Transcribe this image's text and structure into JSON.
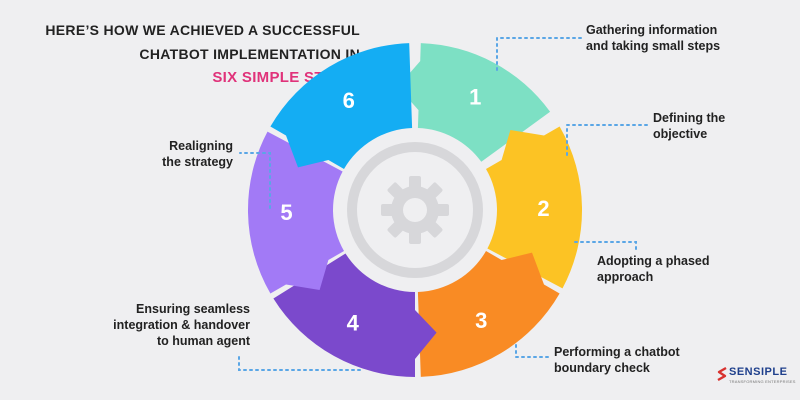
{
  "headline": {
    "line1": "HERE’S HOW WE ACHIEVED A SUCCESSFUL",
    "line2": "CHATBOT IMPLEMENTATION IN",
    "line3": "SIX SIMPLE STEPS:"
  },
  "steps": [
    {
      "number": "1",
      "label": "Gathering information\nand taking small steps",
      "color": "#7de0c4"
    },
    {
      "number": "2",
      "label": "Defining the\nobjective",
      "color": "#fcc324"
    },
    {
      "number": "3",
      "label": "Adopting a phased\napproach",
      "color": "#f98b24"
    },
    {
      "number": "4",
      "label": "Performing a chatbot\nboundary check",
      "color": "#7b49cc"
    },
    {
      "number": "5",
      "label": "Ensuring seamless\nintegration & handover\nto human agent",
      "color": "#a27af6"
    },
    {
      "number": "6",
      "label": "Realigning\nthe strategy",
      "color": "#14adf3"
    }
  ],
  "center_icon": "gear-icon",
  "connector_color": "#5aa6e6",
  "brand": {
    "name": "SENSIPLE",
    "tagline": "TRANSFORMING ENTERPRISES"
  }
}
